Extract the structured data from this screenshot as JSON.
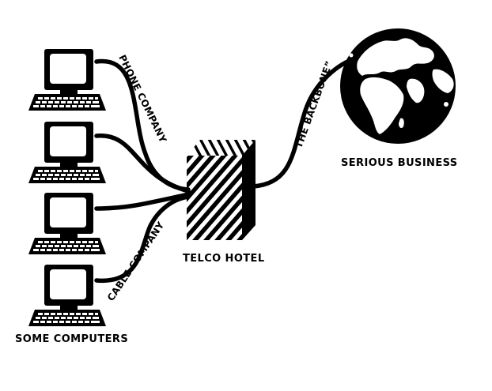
{
  "labels": {
    "some_computers": "SOME COMPUTERS",
    "telco_hotel": "TELCO HOTEL",
    "serious_business": "SERIOUS BUSINESS",
    "phone_company": "PHONE COMPANY",
    "cable_company": "CABLE COMPANY",
    "the_backbone": "“THE BACKBONE”"
  },
  "icons": {
    "computer": "computer-icon",
    "building": "building-icon",
    "globe": "globe-icon"
  },
  "colors": {
    "ink": "#000000",
    "paper": "#ffffff"
  }
}
